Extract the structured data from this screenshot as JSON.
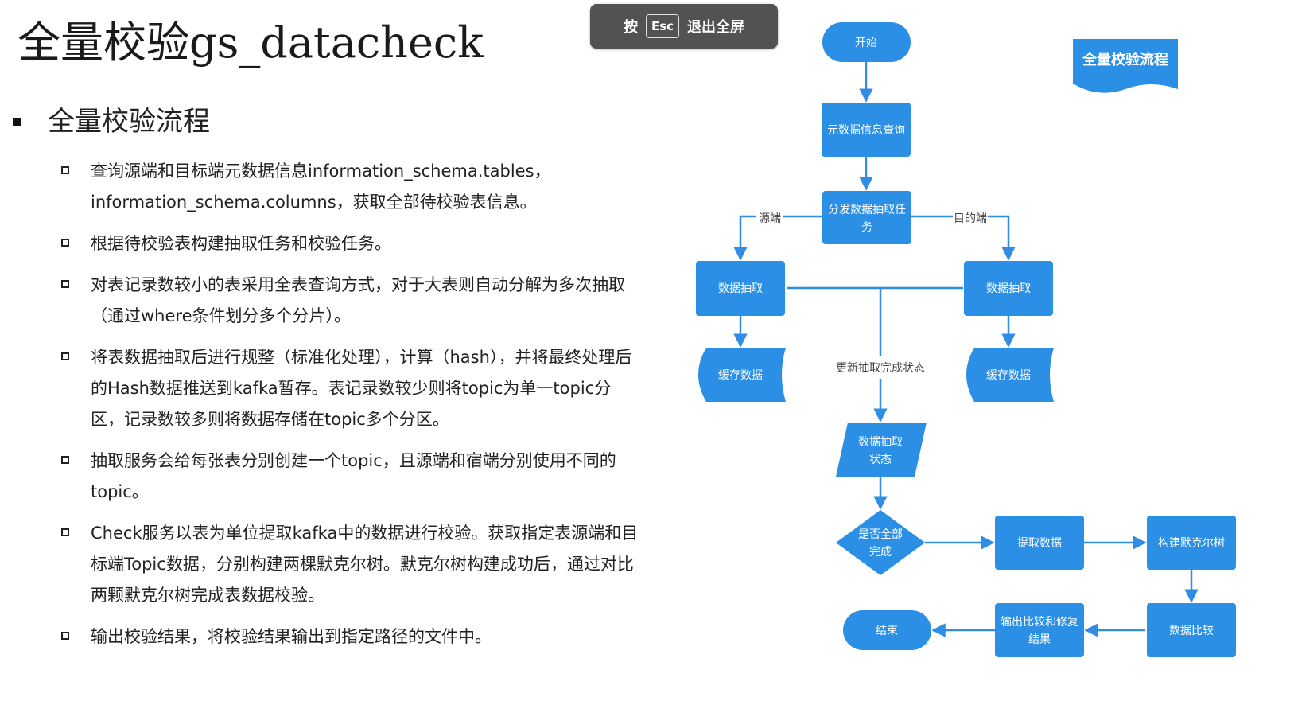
{
  "slide": {
    "title": "全量校验gs_datacheck",
    "section_heading": "全量校验流程",
    "bullets": [
      "查询源端和目标端元数据信息information_schema.tables，information_schema.columns，获取全部待校验表信息。",
      "根据待校验表构建抽取任务和校验任务。",
      "对表记录数较小的表采用全表查询方式，对于大表则自动分解为多次抽取（通过where条件划分多个分片）。",
      "将表数据抽取后进行规整（标准化处理），计算（hash），并将最终处理后的Hash数据推送到kafka暂存。表记录数较少则将topic为单一topic分区，记录数较多则将数据存储在topic多个分区。",
      "抽取服务会给每张表分别创建一个topic，且源端和宿端分别使用不同的topic。",
      "Check服务以表为单位提取kafka中的数据进行校验。获取指定表源端和目标端Topic数据，分别构建两棵默克尔树。默克尔树构建成功后，通过对比两颗默克尔树完成表数据校验。",
      "输出校验结果，将校验结果输出到指定路径的文件中。"
    ]
  },
  "fullscreen_hint": {
    "press": "按",
    "key": "Esc",
    "action": "退出全屏"
  },
  "flowchart": {
    "banner": "全量校验流程",
    "nodes": {
      "start": "开始",
      "metadata_query": [
        "元数据信息查询"
      ],
      "dispatch": [
        "分发数据抽取任",
        "务"
      ],
      "extract_source": "数据抽取",
      "extract_target": "数据抽取",
      "cache_source": "缓存数据",
      "cache_target": "缓存数据",
      "extract_status": [
        "数据抽取",
        "状态"
      ],
      "all_done": [
        "是否全部",
        "完成"
      ],
      "fetch_data": "提取数据",
      "build_merkle": "构建默克尔树",
      "compare_data": "数据比较",
      "output_result": [
        "输出比较和修复",
        "结果"
      ],
      "end": "结束"
    },
    "edge_labels": {
      "source": "源端",
      "target": "目的端",
      "update_status": "更新抽取完成状态"
    },
    "colors": {
      "node": "#2c8fe6",
      "edge": "#2f8de4"
    }
  }
}
